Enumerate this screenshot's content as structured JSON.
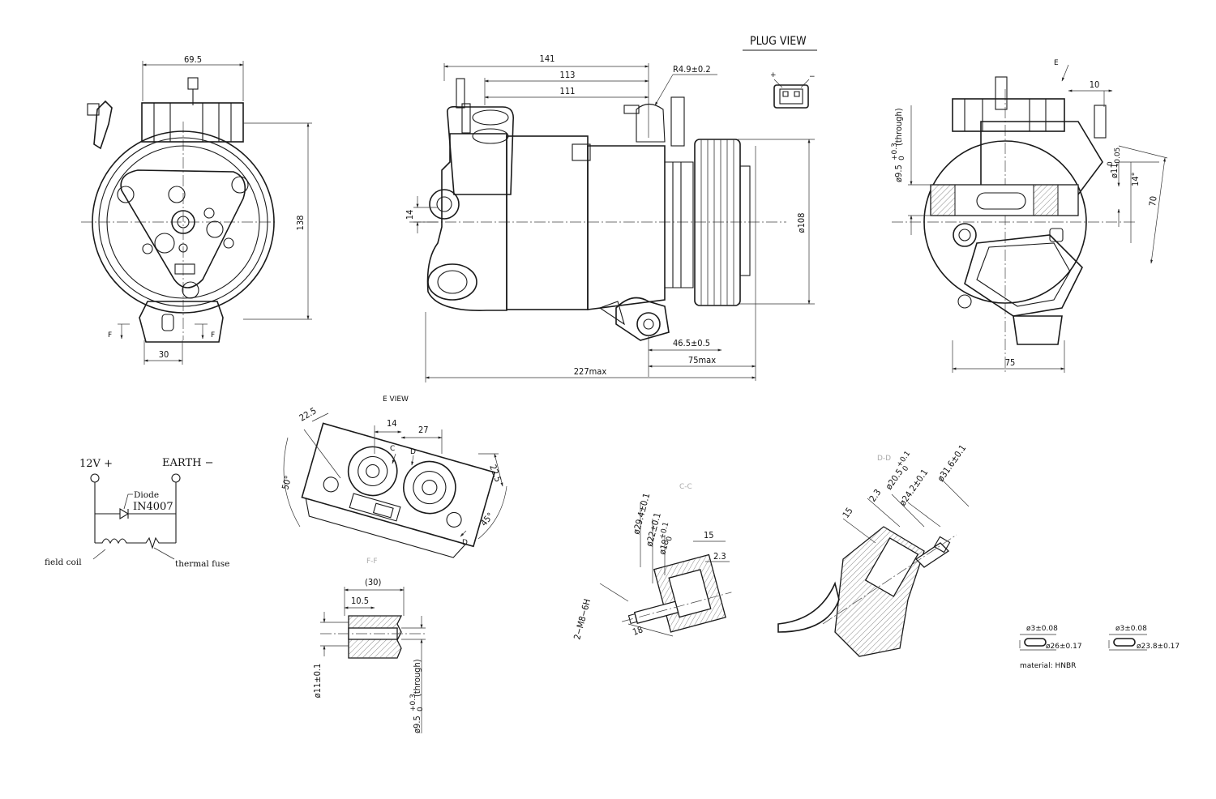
{
  "labels": {
    "plug_view": "PLUG VIEW",
    "e_view": "E VIEW",
    "c_c": "C-C",
    "d_d": "D-D",
    "f_f": "F-F",
    "dim_69_5": "69.5",
    "dim_138": "138",
    "dim_30": "30",
    "mark_f1": "F",
    "mark_f2": "F",
    "dim_141": "141",
    "dim_113": "113",
    "dim_111": "111",
    "dim_r49": "R4.9±0.2",
    "dim_14": "14",
    "dim_108": "ø108",
    "dim_46_5": "46.5±0.5",
    "dim_75max": "75max",
    "dim_227max": "227max",
    "plug_plus": "+",
    "plug_minus": "−",
    "mark_e": "E",
    "dim_10": "10",
    "dim_9_5_top": "ø9.5",
    "dim_9_5_top_tol_up": "+0.3",
    "dim_9_5_top_tol_lo": "0",
    "dim_9_5_top_suffix": "(through)",
    "dim_11_0": "ø11",
    "dim_11_0_tol_up": "0",
    "dim_11_0_tol_lo": "-0.05",
    "dim_14deg": "14°",
    "dim_70": "70",
    "dim_75": "75",
    "elec_12v": "12V +",
    "elec_earth": "EARTH −",
    "elec_diode": "Diode",
    "elec_in4007": "IN4007",
    "elec_field_coil": "field coil",
    "elec_thermal_fuse": "thermal fuse",
    "ev_22_5a": "22.5",
    "ev_14": "14",
    "ev_27": "27",
    "ev_c": "C",
    "ev_d1": "D",
    "ev_d2": "D",
    "ev_50deg": "50°",
    "ev_22_5b": "22.5",
    "ev_45deg": "45°",
    "ff_30": "(30)",
    "ff_10_5": "10.5",
    "ff_11": "ø11±0.1",
    "ff_9_5": "ø9.5",
    "ff_9_5_tol_up": "+0.3",
    "ff_9_5_tol_lo": "0",
    "ff_9_5_suffix": "(through)",
    "cc_29_4": "ø29.4±0.1",
    "cc_22": "ø22±0.1",
    "cc_18": "ø18",
    "cc_18_tol_up": "+0.1",
    "cc_18_tol_lo": "0",
    "cc_15": "15",
    "cc_2_3": "2.3",
    "cc_m8": "2−M8−6H",
    "cc_18b": "18",
    "dd_15": "15",
    "dd_2_3": "2.3",
    "dd_20_5": "ø20.5",
    "dd_20_5_tol_up": "+0.1",
    "dd_20_5_tol_lo": "0",
    "dd_24_2": "ø24.2±0.1",
    "dd_31_6": "ø31.6±0.1",
    "or1_3": "ø3±0.08",
    "or1_26": "ø26±0.17",
    "or2_3": "ø3±0.08",
    "or2_23_8": "ø23.8±0.17",
    "or_material": "material: HNBR"
  }
}
